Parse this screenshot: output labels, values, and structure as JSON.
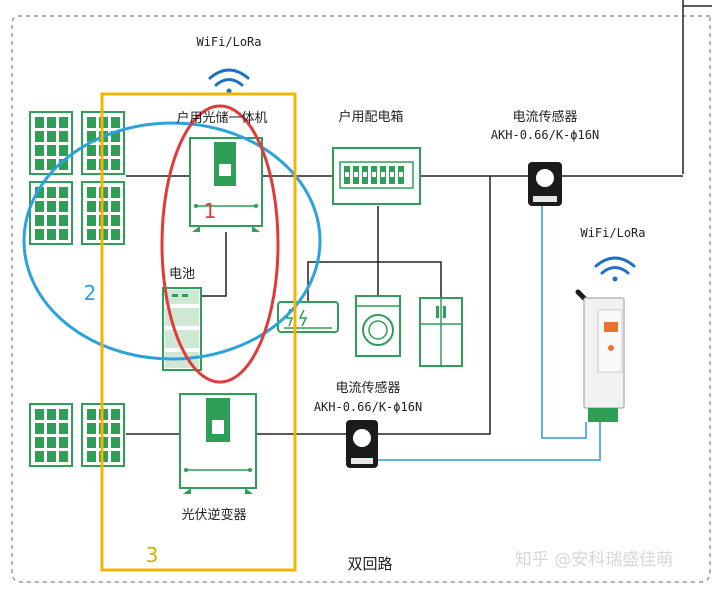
{
  "labels": {
    "wifi_top": "WiFi/LoRa",
    "hybrid_inverter": "户用光储一体机",
    "distribution_box": "户用配电箱",
    "current_sensor_top_title": "电流传感器",
    "current_sensor_top_model": "AKH-0.66/K-ϕ16N",
    "wifi_right": "WiFi/LoRa",
    "battery": "电池",
    "current_sensor_bottom_title": "电流传感器",
    "current_sensor_bottom_model": "AKH-0.66/K-ϕ16N",
    "pv_inverter": "光伏逆变器",
    "dual_circuit": "双回路",
    "watermark": "知乎 @安科瑞盛佳萌"
  },
  "annotations": {
    "red": "1",
    "blue": "2",
    "yellow": "3"
  },
  "colors": {
    "green": "#2f9e56",
    "red": "#e23a3a",
    "blue": "#2aa3dc",
    "yellow": "#f2b500",
    "wifi_blue": "#1f6fc4",
    "line": "#222222",
    "signal": "#4aa9d9"
  }
}
